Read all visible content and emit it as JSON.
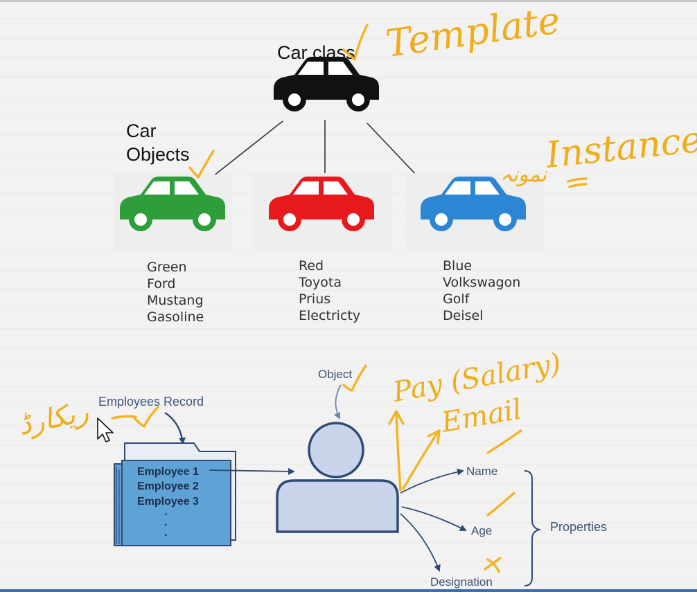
{
  "car_diagram": {
    "class_title": "Car class",
    "objects_title_line1": "Car",
    "objects_title_line2": "Objects",
    "cars": [
      {
        "attributes": [
          "Green",
          "Ford",
          "Mustang",
          "Gasoline"
        ],
        "color": "#2e9e3a"
      },
      {
        "attributes": [
          "Red",
          "Toyota",
          "Prius",
          "Electricty"
        ],
        "color": "#e8191c"
      },
      {
        "attributes": [
          "Blue",
          "Volkswagon",
          "Golf",
          "Deisel"
        ],
        "color": "#2d86d4"
      }
    ],
    "class_color": "#111111"
  },
  "employee_diagram": {
    "record_label": "Employees Record",
    "folder_items": [
      "Employee 1",
      "Employee 2",
      "Employee 3"
    ],
    "folder_dots": [
      ".",
      ".",
      "."
    ],
    "object_label": "Object",
    "properties": [
      "Name",
      "Age",
      "Designation"
    ],
    "properties_label": "Properties",
    "folder_color": "#5fa2d6",
    "person_color": "#c9d4ea",
    "outline_color": "#2e4a73"
  },
  "annotations": {
    "template": "Template",
    "instance": "Instance",
    "instance_urdu": "نمونہ",
    "record_urdu": "ریکارڈ",
    "pay": "Pay (Salary)",
    "email": "Email",
    "ink_color": "#f4b324"
  }
}
